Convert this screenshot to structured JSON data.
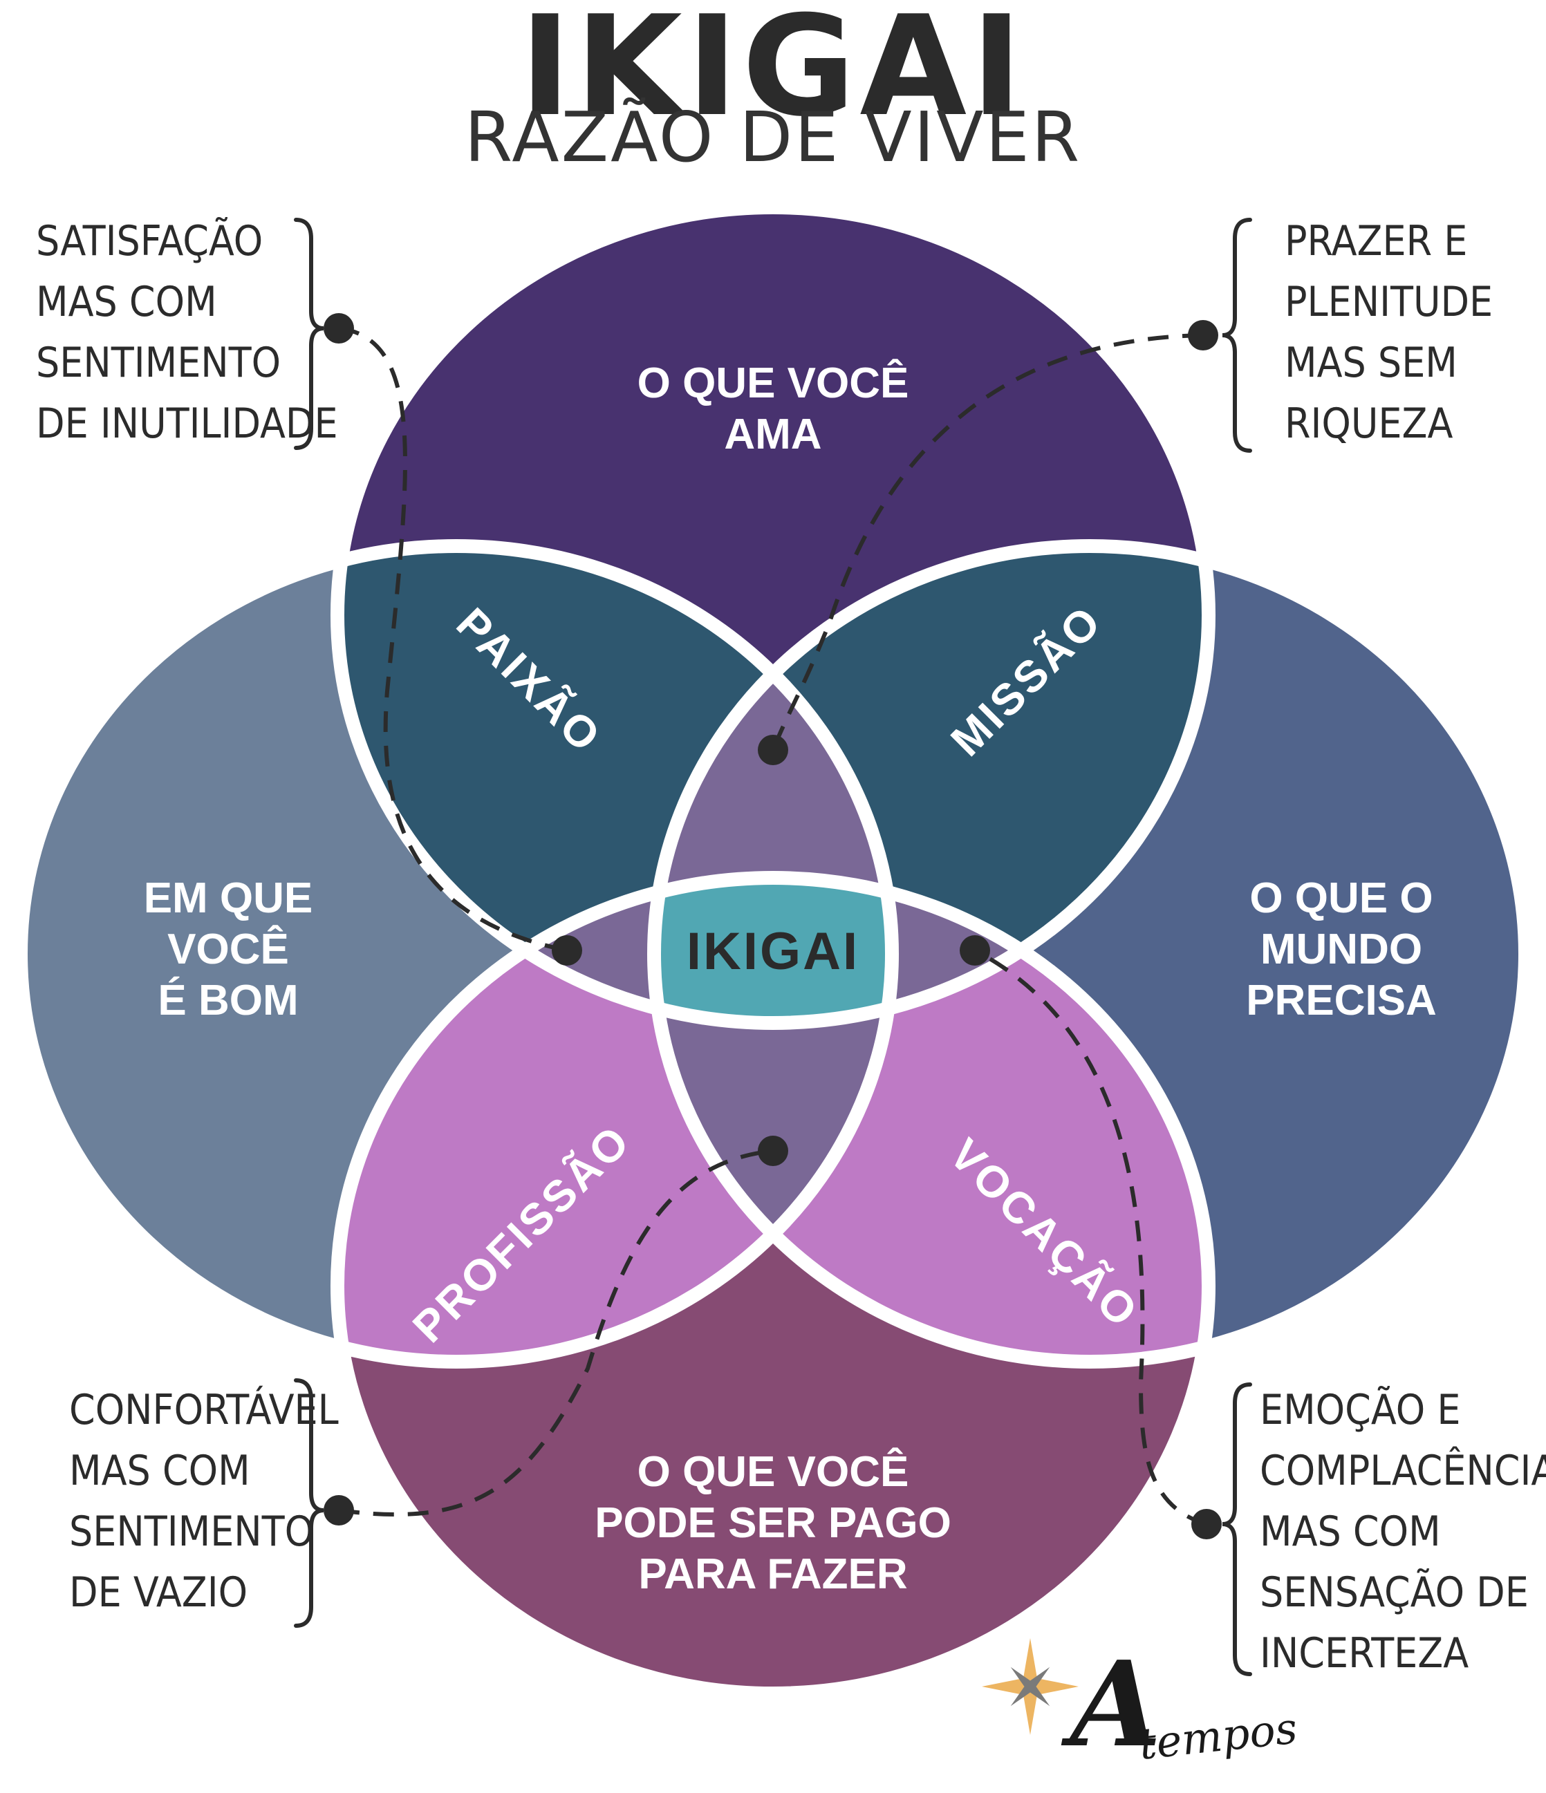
{
  "header": {
    "title": "IKIGAI",
    "subtitle": "RAZÃO DE VIVER"
  },
  "circles": {
    "top": "O QUE VOCÊ\nAMA",
    "left": "EM QUE\nVOCÊ\nÉ BOM",
    "right": "O QUE O\nMUNDO\nPRECISA",
    "bottom": "O QUE VOCÊ\nPODE SER PAGO\nPARA FAZER"
  },
  "intersections": {
    "passion": "PAIXÃO",
    "mission": "MISSÃO",
    "profession": "PROFISSÃO",
    "vocation": "VOCAÇÃO",
    "center": "IKIGAI"
  },
  "notes": {
    "top_left": [
      "SATISFAÇÃO",
      "MAS COM",
      "SENTIMENTO",
      "DE INUTILIDADE"
    ],
    "top_right": [
      "PRAZER E",
      "PLENITUDE",
      "MAS SEM",
      "RIQUEZA"
    ],
    "bottom_left": [
      "CONFORTÁVEL",
      "MAS COM",
      "SENTIMENTO",
      "DE VAZIO"
    ],
    "bottom_right": [
      "EMOÇÃO E",
      "COMPLACÊNCIA",
      "MAS COM",
      "SENSAÇÃO DE",
      "INCERTEZA"
    ]
  },
  "logo": {
    "text": "tempos"
  },
  "colors": {
    "top": "#48326F",
    "left": "#6C809A",
    "right": "#51648C",
    "bottom": "#864B73",
    "passion_mission": "#2E576F",
    "profession_vocation": "#BE7AC5",
    "triple": "#7A6896",
    "center": "#51A7B3",
    "text_dark": "#2b2b2b"
  }
}
